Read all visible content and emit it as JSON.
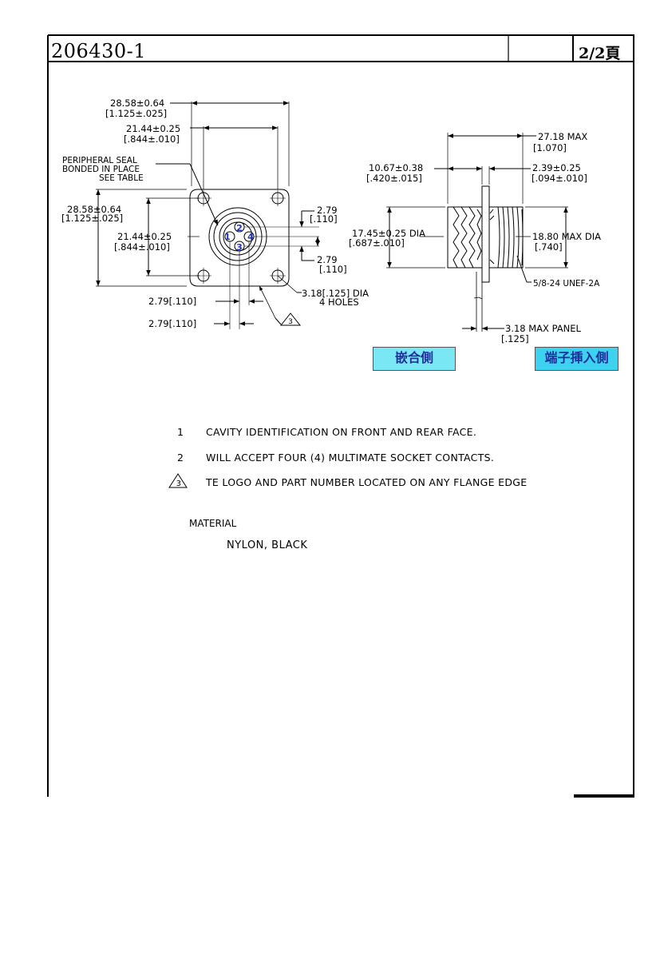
{
  "header": {
    "part_number": "206430-1",
    "page": "2/2頁"
  },
  "front_view": {
    "flange_outer": [
      "28.58±0.64",
      "[1.125±.025]"
    ],
    "hole_spacing_horizontal": [
      "21.44±0.25",
      "[.844±.010]"
    ],
    "seal_note": [
      "PERIPHERAL SEAL",
      "BONDED IN PLACE",
      "SEE TABLE"
    ],
    "flange_outer_vertical": [
      "28.58±0.64",
      "[1.125±.025]"
    ],
    "hole_spacing_vertical": [
      "21.44±0.25",
      "[.844±.010]"
    ],
    "contact_offset_top": [
      "2.79",
      "[.110]"
    ],
    "contact_offset_bottom": [
      "2.79",
      "[.110]"
    ],
    "hole_dia": [
      "3.18[.125] DIA",
      "4 HOLES"
    ],
    "contact_offset_x1": "2.79[.110]",
    "contact_offset_x2": "2.79[.110]",
    "cavity_numbers": [
      "1",
      "2",
      "3",
      "4"
    ],
    "flag_number": "3"
  },
  "side_view": {
    "overall_length": [
      "27.18 MAX",
      "[1.070]"
    ],
    "rear_length": [
      "10.67±0.38",
      "[.420±.015]"
    ],
    "flange_thickness": [
      "2.39±0.25",
      "[.094±.010]"
    ],
    "body_dia": [
      "17.45±0.25 DIA",
      "[.687±.010]"
    ],
    "thread_dia": [
      "18.80 MAX DIA",
      "[.740]"
    ],
    "thread_spec": "5/8-24 UNEF-2A",
    "panel": [
      "3.18 MAX PANEL",
      "[.125]"
    ]
  },
  "labels": {
    "mating_side": "嵌合側",
    "terminal_side": "端子挿入側"
  },
  "notes": [
    {
      "number": "1",
      "text": "CAVITY IDENTIFICATION ON FRONT AND REAR FACE."
    },
    {
      "number": "2",
      "text": "WILL ACCEPT FOUR (4) MULTIMATE SOCKET CONTACTS."
    },
    {
      "number": "3",
      "text": "TE LOGO AND PART NUMBER LOCATED ON ANY FLANGE EDGE"
    }
  ],
  "material": {
    "label": "MATERIAL",
    "value": "NYLON, BLACK"
  }
}
